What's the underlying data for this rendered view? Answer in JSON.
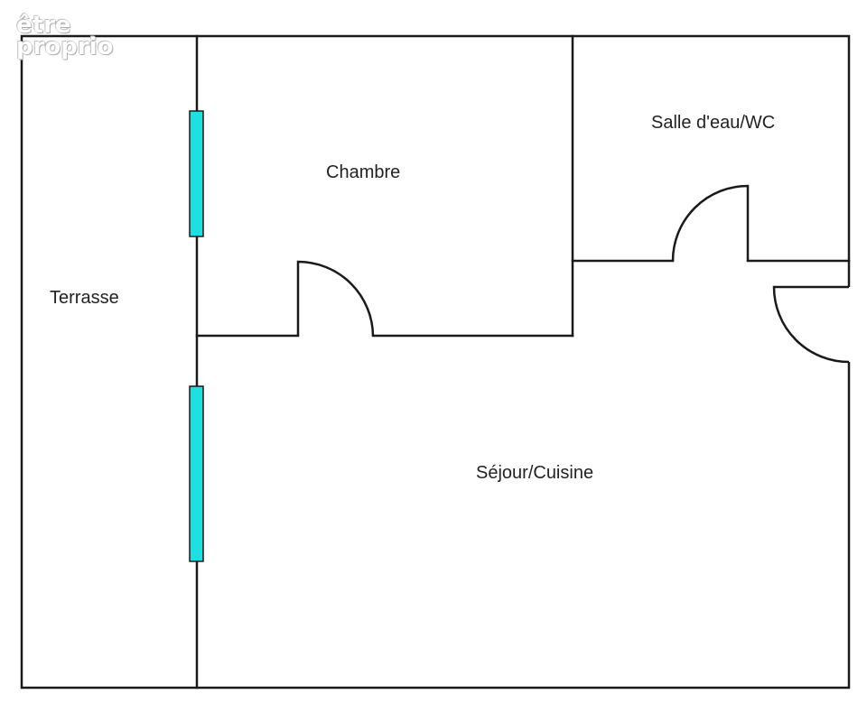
{
  "watermark": {
    "line1": "être",
    "line2": "proprio"
  },
  "rooms": {
    "terrasse": "Terrasse",
    "chambre": "Chambre",
    "salle_eau": "Salle d'eau/WC",
    "sejour": "Séjour/Cuisine"
  },
  "colors": {
    "window_fill": "#1fe0e0",
    "wall": "#1a1a1a",
    "background": "#ffffff"
  }
}
